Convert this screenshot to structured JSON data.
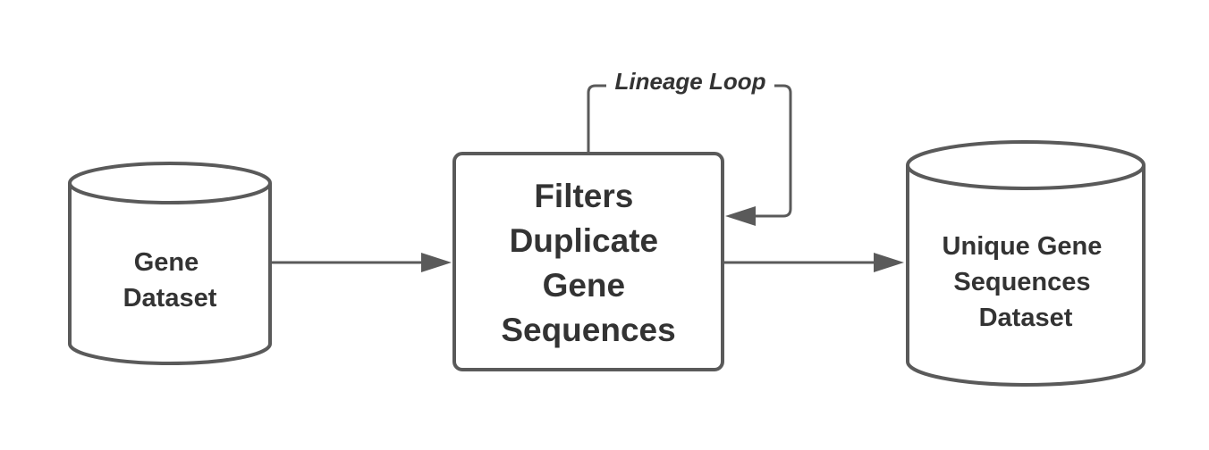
{
  "diagram": {
    "nodes": {
      "gene_dataset": {
        "lines": [
          "Gene",
          "Dataset"
        ]
      },
      "filter_process": {
        "lines": [
          "Filters",
          "Duplicate",
          "Gene",
          "Sequences"
        ]
      },
      "unique_dataset": {
        "lines": [
          "Unique Gene",
          "Sequences",
          "Dataset"
        ]
      }
    },
    "edges": {
      "loop_label": "Lineage Loop"
    },
    "colors": {
      "stroke": "#5a5a5a",
      "text": "#333333",
      "background": "#ffffff"
    }
  }
}
